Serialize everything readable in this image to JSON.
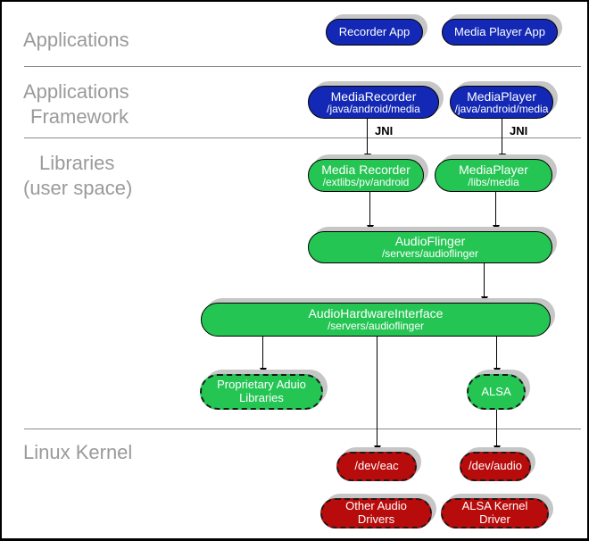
{
  "sections": {
    "applications": "Applications",
    "framework": {
      "line1": "Applications",
      "line2": "Framework"
    },
    "libraries": {
      "line1": "Libraries",
      "line2": "(user space)"
    },
    "kernel": "Linux Kernel"
  },
  "labels": {
    "jni": "JNI"
  },
  "nodes": {
    "recorder_app": {
      "title": "Recorder App"
    },
    "media_player_app": {
      "title": "Media Player App"
    },
    "media_recorder_fw": {
      "title": "MediaRecorder",
      "subtitle": "/java/android/media"
    },
    "media_player_fw": {
      "title": "MediaPlayer",
      "subtitle": "/java/android/media"
    },
    "media_recorder_lib": {
      "title": "Media Recorder",
      "subtitle": "/extlibs/pv/android"
    },
    "media_player_lib": {
      "title": "MediaPlayer",
      "subtitle": "/libs/media"
    },
    "audioflinger": {
      "title": "AudioFlinger",
      "subtitle": "/servers/audioflinger"
    },
    "audio_hw_interface": {
      "title": "AudioHardwareInterface",
      "subtitle": "/servers/audioflinger"
    },
    "proprietary_libs": {
      "title": "Proprietary Aduio Libraries"
    },
    "alsa": {
      "title": "ALSA"
    },
    "dev_eac": {
      "title": "/dev/eac"
    },
    "dev_audio": {
      "title": "/dev/audio"
    },
    "other_audio_drivers": {
      "title": "Other Audio Drivers"
    },
    "alsa_kernel_driver": {
      "title": "ALSA Kernel Driver"
    }
  },
  "colors": {
    "blue": "#1328b4",
    "green": "#25c554",
    "red": "#b80c0c",
    "label_gray": "#9a9a9a",
    "shadow_gray": "#c6c6c6",
    "divider_gray": "#8c8c8c",
    "node_text": "#ffffff",
    "arrow_black": "#000000"
  }
}
